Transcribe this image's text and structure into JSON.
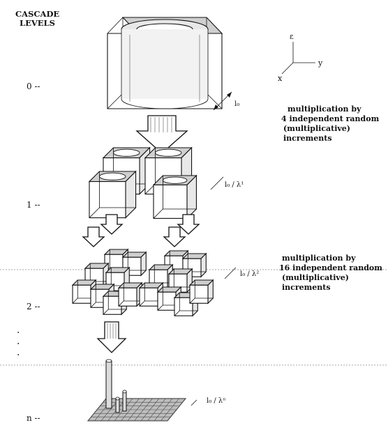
{
  "title_line1": "CASCADE",
  "title_line2": "LEVELS",
  "levels": [
    {
      "label": "0 --"
    },
    {
      "label": "1 --"
    },
    {
      "label": "2 --"
    },
    {
      "label": "n --"
    }
  ],
  "dots": ".",
  "scales": {
    "s0": "l₀",
    "s1": "l₀ / λ¹",
    "s2": "l₀ / λ²",
    "sn": "l₀ / λⁿ"
  },
  "axes": {
    "e": "ε",
    "y": "y",
    "x": "x"
  },
  "notes": [
    {
      "lines": [
        "multiplication by",
        "4 independent random",
        "(multiplicative)",
        "increments"
      ]
    },
    {
      "lines": [
        "multiplication by",
        "16 independent random",
        "(multiplicative)",
        "increments"
      ]
    }
  ]
}
